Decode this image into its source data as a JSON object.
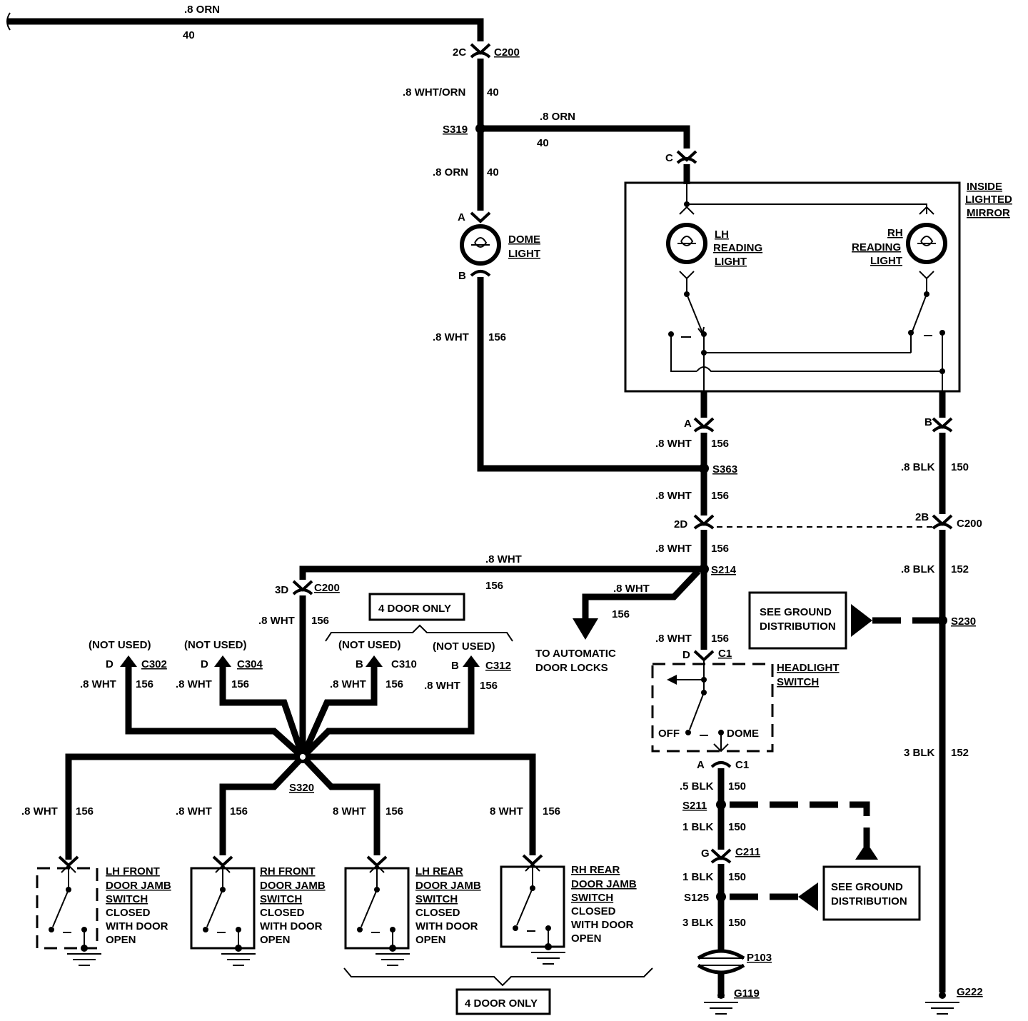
{
  "wire_top": {
    "gauge": ".8 ORN",
    "circuit": "40"
  },
  "c200_top": {
    "pin": "2C",
    "connector": "C200"
  },
  "wire_c200_s319": {
    "gauge": ".8 WHT/ORN",
    "circuit": "40"
  },
  "s319": {
    "label": "S319"
  },
  "wire_s319_mirror": {
    "gauge": ".8 ORN",
    "circuit": "40"
  },
  "mirror_connector_c": {
    "pin": "C"
  },
  "wire_s319_dome": {
    "gauge": ".8 ORN",
    "circuit": "40"
  },
  "dome_light": {
    "pin_a": "A",
    "pin_b": "B",
    "label_1": "DOME",
    "label_2": "LIGHT"
  },
  "wire_dome_s363": {
    "gauge": ".8 WHT",
    "circuit": "156"
  },
  "mirror": {
    "title_1": "INSIDE",
    "title_2": "LIGHTED",
    "title_3": "MIRROR",
    "lh_1": "LH",
    "lh_2": "READING",
    "lh_3": "LIGHT",
    "rh_1": "RH",
    "rh_2": "READING",
    "rh_3": "LIGHT",
    "pin_a": "A",
    "pin_b": "B"
  },
  "wire_mirror_s363": {
    "gauge": ".8 WHT",
    "circuit": "156"
  },
  "s363": {
    "label": "S363"
  },
  "wire_s363_c200": {
    "gauge": ".8 WHT",
    "circuit": "156"
  },
  "c200_mid": {
    "pin_left": "2D",
    "pin_right": "2B",
    "connector": "C200"
  },
  "wire_c200_s214": {
    "gauge": ".8 WHT",
    "circuit": "156"
  },
  "s214": {
    "label": "S214"
  },
  "wire_s214_c200_3d": {
    "gauge": ".8 WHT",
    "circuit": "156"
  },
  "c200_3d": {
    "pin": "3D",
    "connector": "C200"
  },
  "wire_to_locks": {
    "gauge": ".8 WHT",
    "circuit": "156",
    "label_1": "TO AUTOMATIC",
    "label_2": "DOOR LOCKS"
  },
  "wire_s214_headlight": {
    "gauge": ".8 WHT",
    "circuit": "156"
  },
  "headlight_switch": {
    "pin_d": "D",
    "connector_c1": "C1",
    "label_1": "HEADLIGHT",
    "label_2": "SWITCH",
    "off": "OFF",
    "dome": "DOME",
    "pin_a": "A",
    "connector_c1b": "C1"
  },
  "four_door_top": "4 DOOR ONLY",
  "four_door_bottom": "4 DOOR ONLY",
  "not_used": [
    {
      "label": "(NOT USED)",
      "pin": "D",
      "connector": "C302",
      "gauge": ".8 WHT",
      "circuit": "156"
    },
    {
      "label": "(NOT USED)",
      "pin": "D",
      "connector": "C304",
      "gauge": ".8 WHT",
      "circuit": "156"
    },
    {
      "label": "(NOT USED)",
      "pin": "B",
      "connector": "C310",
      "gauge": ".8 WHT",
      "circuit": "156"
    },
    {
      "label": "(NOT USED)",
      "pin": "B",
      "connector": "C312",
      "gauge": ".8 WHT",
      "circuit": "156"
    }
  ],
  "wire_c200_3d_s320": {
    "gauge": ".8 WHT",
    "circuit": "156"
  },
  "s320": {
    "label": "S320"
  },
  "door_switches": [
    {
      "gauge": ".8 WHT",
      "circuit": "156",
      "l1": "LH FRONT",
      "l2": "DOOR JAMB",
      "l3": "SWITCH",
      "l4": "CLOSED",
      "l5": "WITH DOOR",
      "l6": "OPEN"
    },
    {
      "gauge": ".8 WHT",
      "circuit": "156",
      "l1": "RH FRONT",
      "l2": "DOOR JAMB",
      "l3": "SWITCH",
      "l4": "CLOSED",
      "l5": "WITH DOOR",
      "l6": "OPEN"
    },
    {
      "gauge": "8 WHT",
      "circuit": "156",
      "l1": "LH REAR",
      "l2": "DOOR JAMB",
      "l3": "SWITCH",
      "l4": "CLOSED",
      "l5": "WITH DOOR",
      "l6": "OPEN"
    },
    {
      "gauge": "8 WHT",
      "circuit": "156",
      "l1": "RH REAR",
      "l2": "DOOR JAMB",
      "l3": "SWITCH",
      "l4": "CLOSED",
      "l5": "WITH DOOR",
      "l6": "OPEN"
    }
  ],
  "wire_c1_s211": {
    "gauge": ".5 BLK",
    "circuit": "150"
  },
  "s211": {
    "label": "S211"
  },
  "wire_s211_c211": {
    "gauge": "1 BLK",
    "circuit": "150"
  },
  "c211": {
    "pin": "G",
    "connector": "C211"
  },
  "wire_c211_s125": {
    "gauge": "1 BLK",
    "circuit": "150"
  },
  "s125": {
    "label": "S125"
  },
  "wire_s125_p103": {
    "gauge": "3 BLK",
    "circuit": "150"
  },
  "p103": {
    "label": "P103"
  },
  "g119": {
    "label": "G119"
  },
  "ground_dist_1": {
    "l1": "SEE GROUND",
    "l2": "DISTRIBUTION"
  },
  "ground_dist_2": {
    "l1": "SEE GROUND",
    "l2": "DISTRIBUTION"
  },
  "wire_mirror_b_c200": {
    "gauge": ".8 BLK",
    "circuit": "150"
  },
  "wire_c200_s230": {
    "gauge": ".8 BLK",
    "circuit": "152"
  },
  "s230": {
    "label": "S230"
  },
  "wire_s230_g222": {
    "gauge": "3 BLK",
    "circuit": "152"
  },
  "g222": {
    "label": "G222"
  }
}
